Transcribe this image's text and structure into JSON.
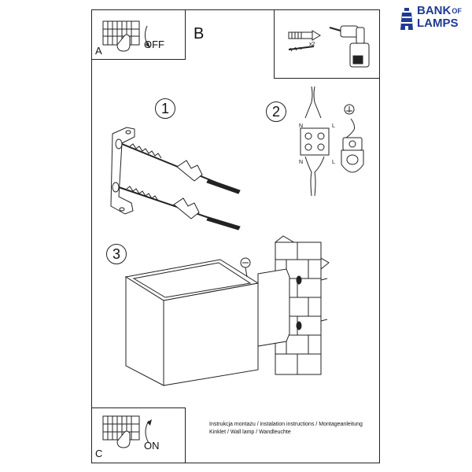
{
  "logo": {
    "line1_a": "BANK",
    "line1_b": "OF",
    "line2": "LAMPS",
    "color": "#1f3a93"
  },
  "panel_a": {
    "label": "A",
    "text": "OFF"
  },
  "panel_b": {
    "label": "B"
  },
  "tools": {
    "count": "x2"
  },
  "steps": {
    "s1": "1",
    "s2": "2",
    "s3": "3"
  },
  "wiring": {
    "n_top": "N",
    "l_top": "L",
    "n_bot": "N",
    "l_bot": "L"
  },
  "panel_c": {
    "label": "C",
    "text": "ON"
  },
  "caption": {
    "line1": "Instrukcja montażu / instalation instructions / Montageanleitung",
    "line2": "Kinklet / Wall lamp / Wandleuchte"
  }
}
